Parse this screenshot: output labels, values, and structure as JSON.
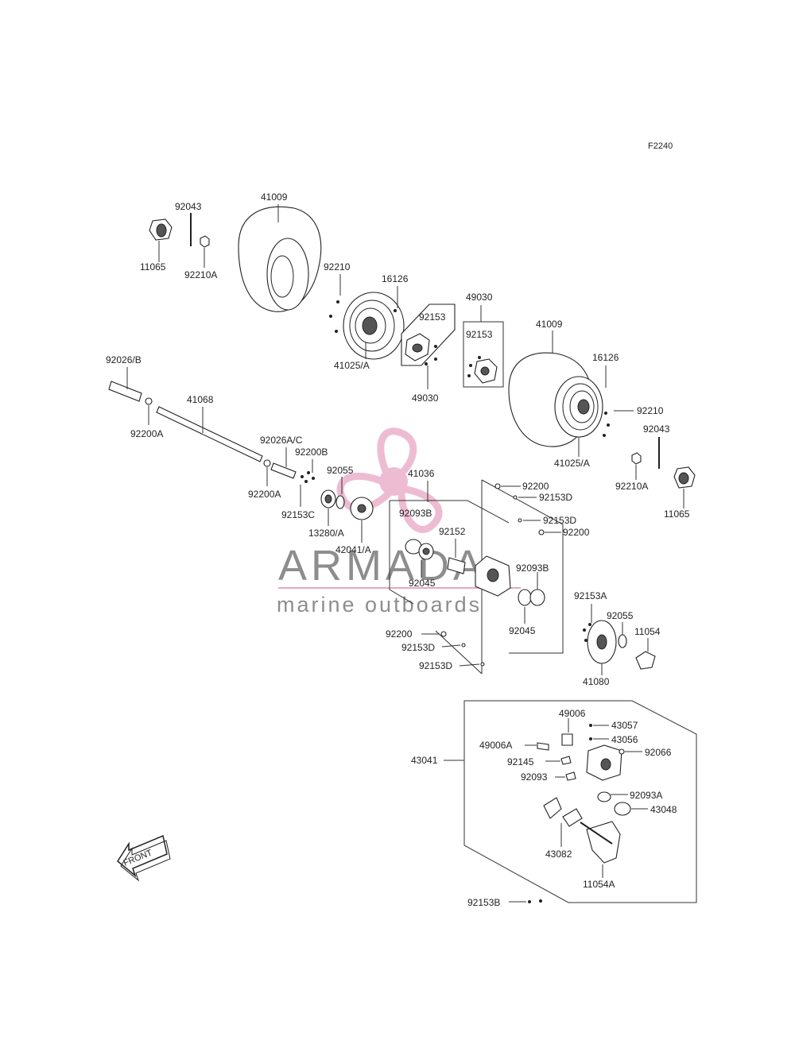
{
  "figure_code": "F2240",
  "watermark": {
    "brand": "ARMADA",
    "tagline": "marine outboards",
    "color": "#e9a6c4"
  },
  "front_label": "FRONT",
  "labels": {
    "p11065_left": "11065",
    "p92043_top": "92043",
    "p92210A_top": "92210A",
    "p41009_left": "41009",
    "p92210_left": "92210",
    "p16126_left": "16126",
    "p41025A_left": "41025/A",
    "p92153_hub1": "92153",
    "p49030_bottom": "49030",
    "p49030_top": "49030",
    "p92153_hub2": "92153",
    "p41009_right": "41009",
    "p16126_right": "16126",
    "p92210_right": "92210",
    "p92043_right": "92043",
    "p41025A_right": "41025/A",
    "p92210A_right": "92210A",
    "p11065_right": "11065",
    "p92026B": "92026/B",
    "p92200A_left": "92200A",
    "p41068": "41068",
    "p92026AC": "92026A/C",
    "p92200B": "92200B",
    "p92200A_mid": "92200A",
    "p92153C": "92153C",
    "p92055_left": "92055",
    "p13280A": "13280/A",
    "p42041A": "42041/A",
    "p41036": "41036",
    "p92200_top": "92200",
    "p92153D_top": "92153D",
    "p92153D_mid": "92153D",
    "p92200_mid": "92200",
    "p92093B_left": "92093B",
    "p92152": "92152",
    "p92045_left": "92045",
    "p92093B_right": "92093B",
    "p92045_right": "92045",
    "p92200_low": "92200",
    "p92153D_low": "92153D",
    "p92153D_bottom": "92153D",
    "p92153A": "92153A",
    "p92055_right": "92055",
    "p11054": "11054",
    "p41080": "41080",
    "p49006": "49006",
    "p43057": "43057",
    "p43056": "43056",
    "p49006A": "49006A",
    "p92066": "92066",
    "p43041": "43041",
    "p92145": "92145",
    "p92093": "92093",
    "p92093A": "92093A",
    "p43048": "43048",
    "p43082": "43082",
    "p11054A": "11054A",
    "p92153B": "92153B"
  }
}
